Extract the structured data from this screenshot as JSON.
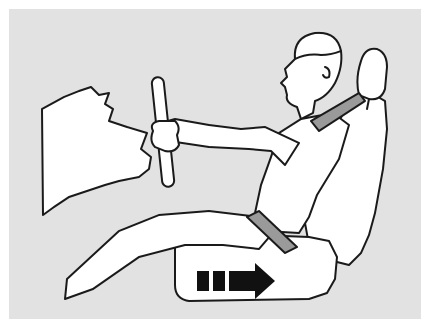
{
  "figure": {
    "subject": "seated-driver-seat-adjustment",
    "colors": {
      "panel_background": "#e2e2e2",
      "line": "#1a1a1a",
      "fill": "#ffffff",
      "belt": "#9a9a9a",
      "arrow": "#111111"
    },
    "icons": [
      "driver-figure",
      "steering-wheel",
      "seat",
      "seat-belt",
      "seat-slide-arrow-icon"
    ]
  }
}
